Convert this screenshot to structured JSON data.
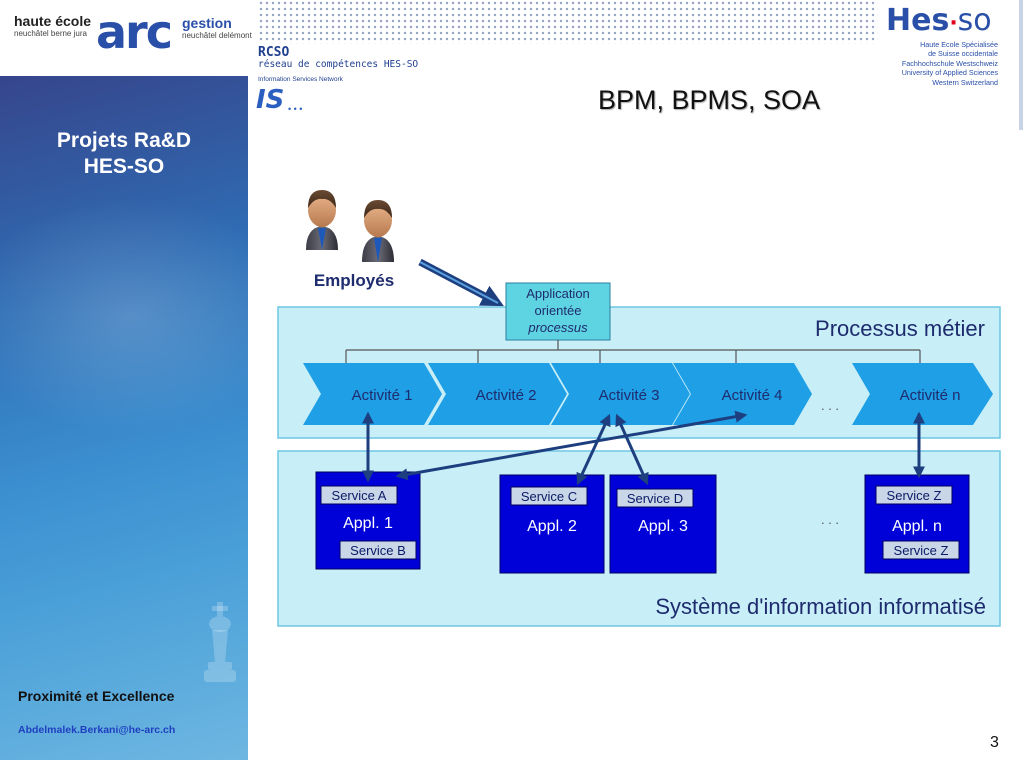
{
  "header": {
    "logo_he_line1": "haute école",
    "logo_he_line2": "neuchâtel berne jura",
    "logo_arc": "arc",
    "logo_gestion_line1": "gestion",
    "logo_gestion_line2": "neuchâtel delémont",
    "rcso_line1": "RCSO",
    "rcso_line2": "réseau de compétences HES-SO",
    "isn": "Information Services Network",
    "is_logo": "IS",
    "hes_logo_hes": "Hes",
    "hes_logo_so": "so",
    "hes_sub": [
      "Haute Ecole Spécialisée",
      "de Suisse occidentale",
      "Fachhochschule Westschweiz",
      "University of Applied Sciences",
      "Western Switzerland"
    ]
  },
  "slide": {
    "title": "BPM, BPMS, SOA",
    "page_number": "3"
  },
  "sidebar": {
    "title_line1": "Projets Ra&D",
    "title_line2": "HES-SO",
    "motto": "Proximité et Excellence",
    "email": "Abdelmalek.Berkani@he-arc.ch"
  },
  "diagram": {
    "employees_label": "Employés",
    "application_line1": "Application",
    "application_line2": "orientée",
    "application_line3": "processus",
    "process_title": "Processus métier",
    "activities": [
      "Activité 1",
      "Activité 2",
      "Activité 3",
      "Activité 4",
      "Activité n"
    ],
    "ellipsis": ". . .",
    "system_title": "Système d'information informatisé",
    "applications": [
      {
        "name": "Appl. 1",
        "services": [
          "Service A",
          "Service B"
        ]
      },
      {
        "name": "Appl. 2",
        "services": [
          "Service C"
        ]
      },
      {
        "name": "Appl. 3",
        "services": [
          "Service D"
        ]
      },
      {
        "name": "Appl. n",
        "services": [
          "Service Z",
          "Service Z"
        ]
      }
    ],
    "colors": {
      "band_fill": "#c8eef8",
      "band_border": "#6fc7e3",
      "activity_fill": "#1e9fe6",
      "app_fill": "#0000d8",
      "app_box_fill": "#5ed3e2",
      "arrow": "#1d3f7f"
    }
  }
}
